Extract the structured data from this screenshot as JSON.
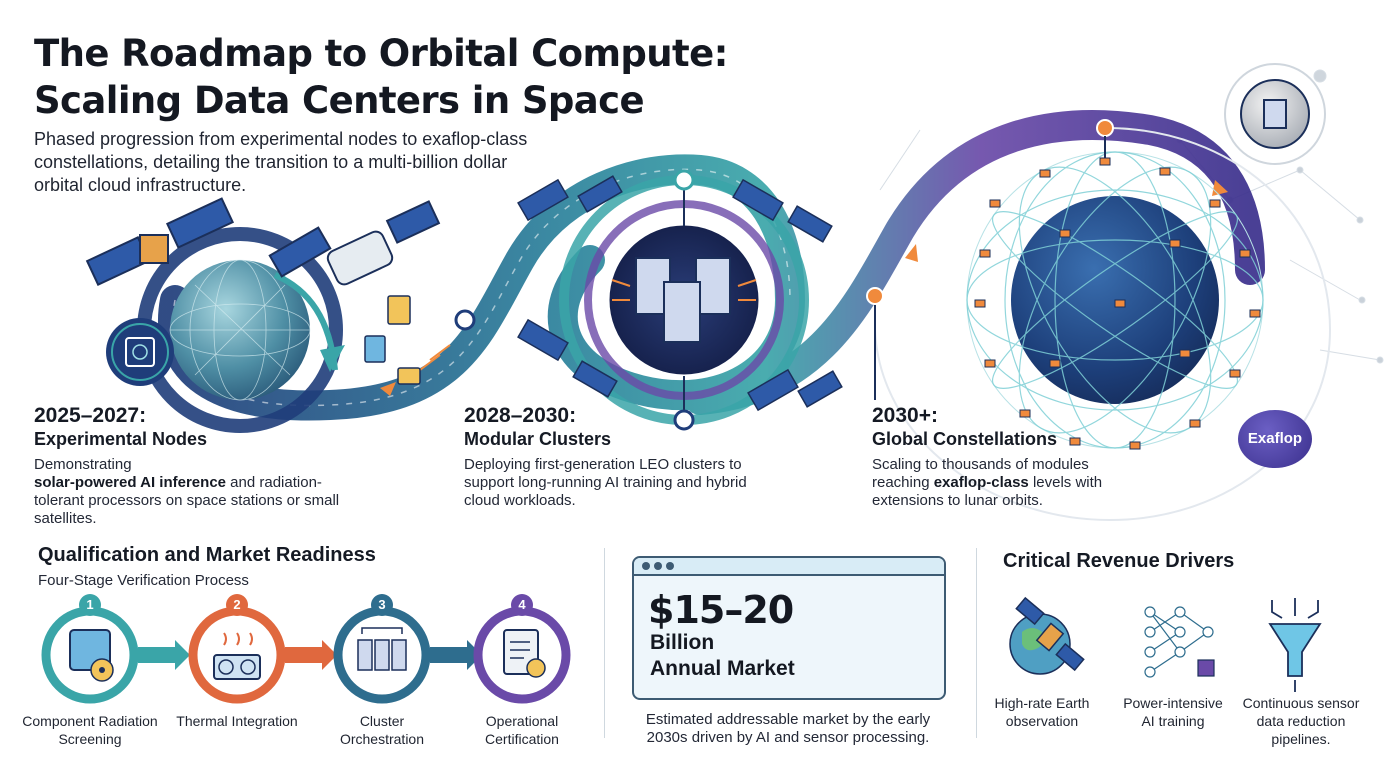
{
  "title_line1": "The Roadmap to Orbital Compute:",
  "title_line2": "Scaling Data Centers in Space",
  "subtitle": "Phased progression from experimental nodes to exaflop-class constellations, detailing the transition to a multi-billion dollar orbital cloud infrastructure.",
  "phases": [
    {
      "years": "2025–2027:",
      "name": "Experimental Nodes",
      "desc_pre": "Demonstrating",
      "desc_bold": "solar-powered AI inference",
      "desc_post": "and radiation-tolerant processors on space stations or small satellites."
    },
    {
      "years": "2028–2030:",
      "name": "Modular Clusters",
      "desc": "Deploying first-generation LEO clusters to support long-running AI training and hybrid cloud workloads."
    },
    {
      "years": "2030+:",
      "name": "Global Constellations",
      "desc_pre": "Scaling to thousands of modules reaching",
      "desc_bold": "exaflop-class",
      "desc_post": "levels with extensions to lunar orbits."
    }
  ],
  "exaflop_badge": "Exaflop",
  "qualification": {
    "title": "Qualification and Market Readiness",
    "subtitle": "Four-Stage Verification Process",
    "stages": [
      {
        "num": "1",
        "label": "Component Radiation Screening",
        "color": "#3aa5a8",
        "icon": "radiation-chip-icon"
      },
      {
        "num": "2",
        "label": "Thermal Integration",
        "color": "#e0683e",
        "icon": "thermal-icon"
      },
      {
        "num": "3",
        "label": "Cluster Orchestration",
        "color": "#2e6d8e",
        "icon": "cluster-icon"
      },
      {
        "num": "4",
        "label": "Operational Certification",
        "color": "#6a4aa8",
        "icon": "certificate-icon"
      }
    ]
  },
  "market": {
    "value": "$15–20",
    "unit_line1": "Billion",
    "unit_line2": "Annual Market",
    "caption": "Estimated addressable market by the early 2030s driven by AI and sensor processing."
  },
  "drivers": {
    "title": "Critical Revenue Drivers",
    "items": [
      {
        "label": "High-rate Earth observation",
        "icon": "earth-satellite-icon"
      },
      {
        "label": "Power-intensive AI training",
        "icon": "neural-network-icon"
      },
      {
        "label": "Continuous sensor data reduction pipelines.",
        "icon": "funnel-icon"
      }
    ]
  },
  "colors": {
    "teal": "#3aa5a8",
    "navy": "#1f3d7a",
    "purple": "#5b3fa0",
    "orange": "#f08a3c"
  }
}
